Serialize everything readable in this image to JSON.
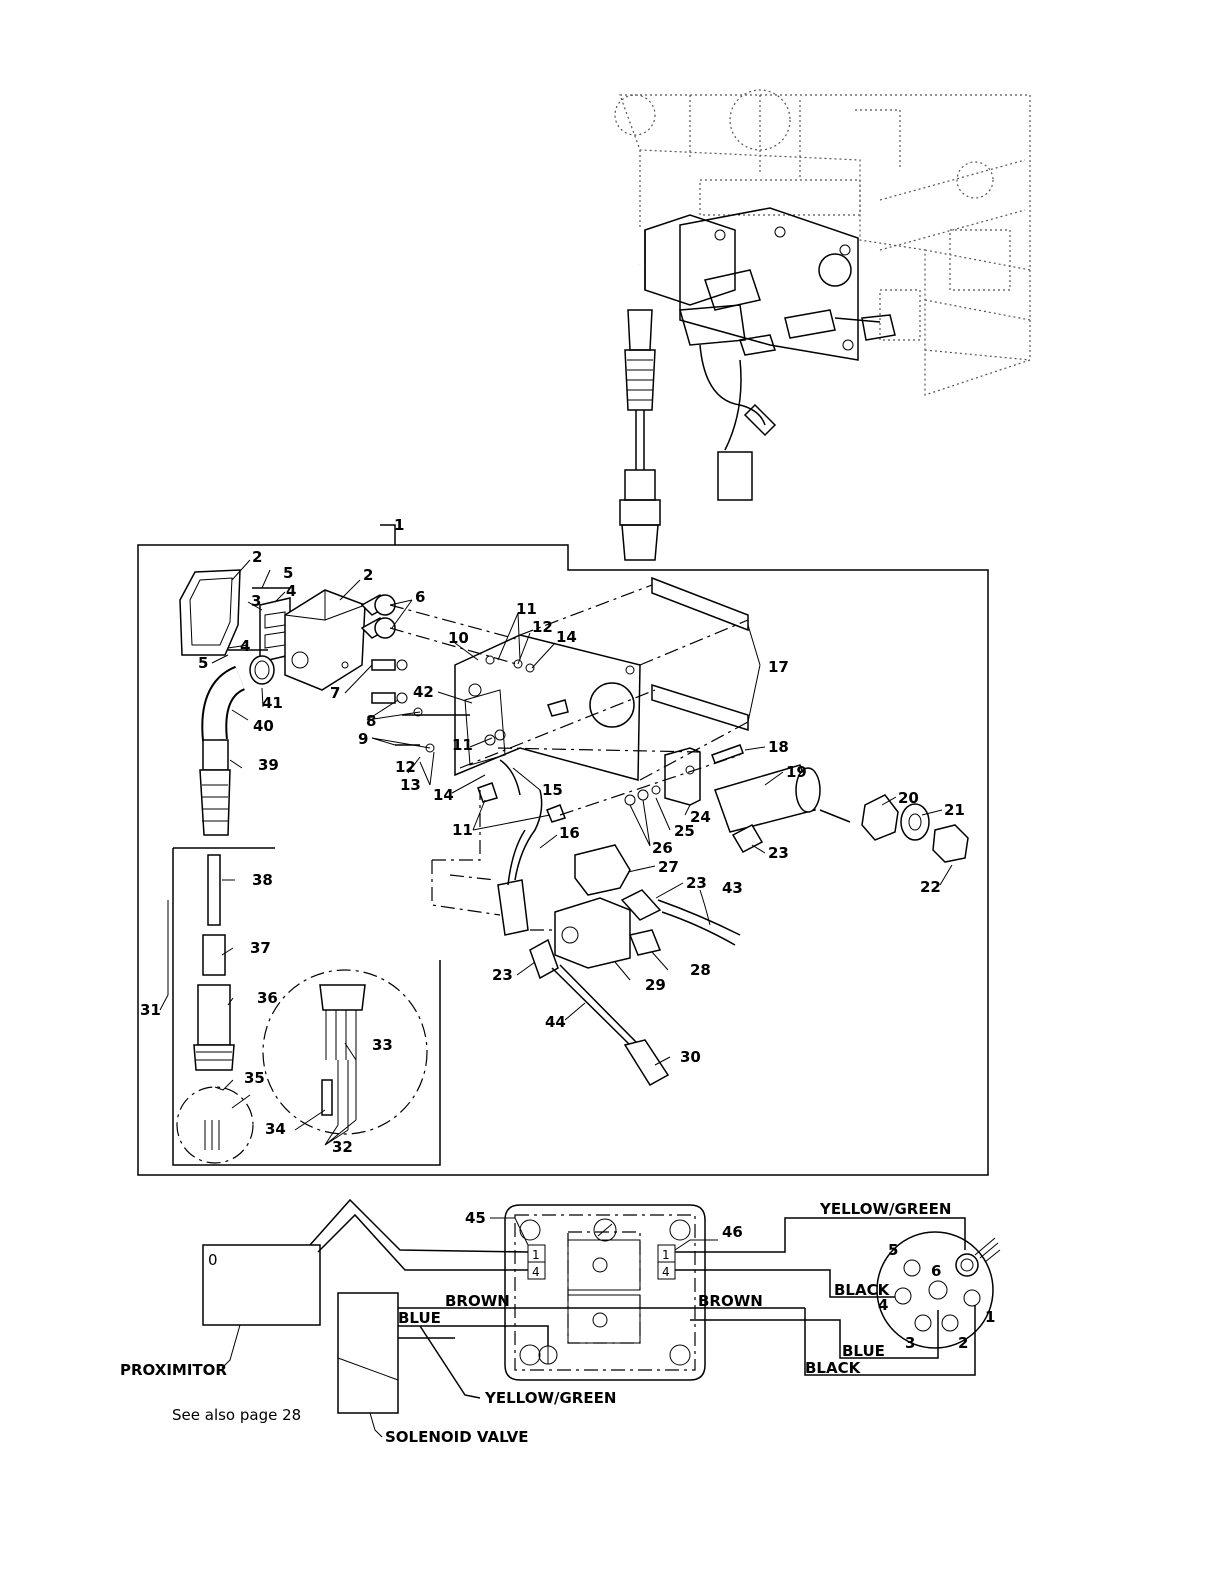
{
  "callouts": {
    "c1": "1",
    "c2a": "2",
    "c2b": "2",
    "c3": "3",
    "c4a": "4",
    "c4b": "4",
    "c5a": "5",
    "c5b": "5",
    "c6": "6",
    "c7": "7",
    "c8": "8",
    "c9": "9",
    "c10": "10",
    "c11a": "11",
    "c11b": "11",
    "c11c": "11",
    "c12a": "12",
    "c12b": "12",
    "c13": "13",
    "c14a": "14",
    "c14b": "14",
    "c15": "15",
    "c16": "16",
    "c17": "17",
    "c18": "18",
    "c19": "19",
    "c20": "20",
    "c21": "21",
    "c22": "22",
    "c23a": "23",
    "c23b": "23",
    "c23c": "23",
    "c24": "24",
    "c25": "25",
    "c26": "26",
    "c27": "27",
    "c28": "28",
    "c29": "29",
    "c30": "30",
    "c31": "31",
    "c32": "32",
    "c33": "33",
    "c34": "34",
    "c35": "35",
    "c36": "36",
    "c37": "37",
    "c38": "38",
    "c39": "39",
    "c40": "40",
    "c41": "41",
    "c42": "42",
    "c43": "43",
    "c44": "44",
    "c45": "45",
    "c46": "46"
  },
  "wiring": {
    "proximitor_label": "PROXIMITOR",
    "proximitor_mark": "0",
    "solenoid_label": "SOLENOID VALVE",
    "see_also": "See also page 28",
    "wire_yellow_green_top": "YELLOW/GREEN",
    "wire_yellow_green_bottom": "YELLOW/GREEN",
    "wire_brown_left": "BROWN",
    "wire_brown_right": "BROWN",
    "wire_blue_left": "BLUE",
    "wire_blue_right": "BLUE",
    "wire_black_top": "BLACK",
    "wire_black_bottom": "BLACK",
    "terminal_left_top": "1",
    "terminal_left_bottom": "4",
    "terminal_right_top": "1",
    "terminal_right_bottom": "4",
    "pin1": "1",
    "pin2": "2",
    "pin3": "3",
    "pin4": "4",
    "pin5": "5",
    "pin6": "6"
  }
}
